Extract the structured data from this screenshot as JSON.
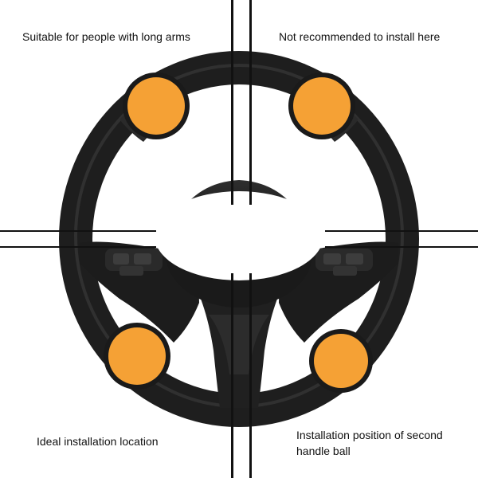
{
  "quadrants": {
    "top_left": {
      "label": "Suitable for people with long arms"
    },
    "top_right": {
      "label": "Not recommended to install here"
    },
    "bottom_left": {
      "label": "Ideal installation location"
    },
    "bottom_right": {
      "label": "Installation position of second handle ball"
    }
  },
  "colors": {
    "knob_fill": "#F5A135",
    "knob_ring": "#1a1a1a",
    "wheel": "#1e1e1e",
    "divider": "#111111",
    "background": "#ffffff"
  }
}
